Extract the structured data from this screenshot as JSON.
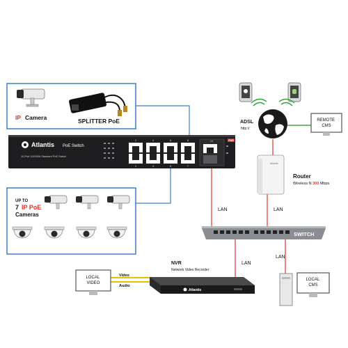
{
  "top_box": {
    "ip_prefix": "IP",
    "camera_label": "Camera",
    "splitter_label": "SPLITTER PoE"
  },
  "bottom_box": {
    "up_to": "UP TO",
    "count": "7",
    "ip_poe": "IP PoE",
    "cameras": "Cameras"
  },
  "poe_switch": {
    "brand": "Atlantis",
    "model": "PoE Switch",
    "caption": "10-Port 10/100M Standard PoE Switch",
    "port_numbers_top": [
      "2",
      "4",
      "6",
      "8"
    ],
    "port_numbers_bottom": [
      "1",
      "3",
      "5",
      "7"
    ],
    "uplink_number": "10",
    "power_badge": "PWR"
  },
  "internet": {
    "adsl": "ADSL",
    "http": "http://"
  },
  "remote_cms": "REMOTE\nCMS",
  "router": {
    "title": "Router",
    "subtitle_prefix": "Wireless N ",
    "subtitle_bold": "300",
    "subtitle_suffix": " Mbps",
    "brand": "Atlantis"
  },
  "lan_labels": [
    "LAN",
    "LAN",
    "LAN",
    "LAN"
  ],
  "switch_label": "SWITCH",
  "nvr": {
    "title": "NVR",
    "subtitle": "Network Video Recorder",
    "brand": "Atlantis"
  },
  "local_video": "LOCAL\nVIDEO",
  "video_label": "Video",
  "audio_label": "Audio",
  "local_cms": "LOCAL\nCMS",
  "colors": {
    "accent_blue": "#3b7fc4",
    "lan_red": "#e0312b",
    "remote_green": "#3aa845",
    "video_yellow": "#e6c300",
    "device_dark": "#1e1e20"
  }
}
